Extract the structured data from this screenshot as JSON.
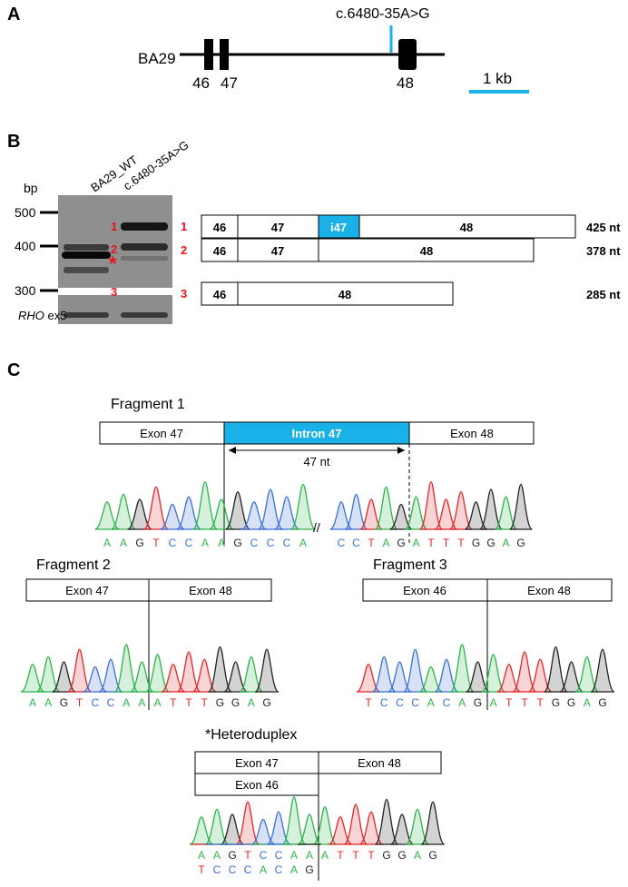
{
  "panelA": {
    "letter": "A",
    "gene_label": "BA29",
    "mutation_label": "c.6480-35A>G",
    "exon_labels": [
      "46",
      "47",
      "48"
    ],
    "scale_label": "1 kb",
    "accent_color": "#1ab0e8"
  },
  "panelB": {
    "letter": "B",
    "bp_label": "bp",
    "ladder": [
      "500",
      "400",
      "300"
    ],
    "lane_labels": [
      "BA29_WT",
      "c.6480-35A>G"
    ],
    "band_markers": [
      "1",
      "2",
      "*",
      "3"
    ],
    "loading_label_italic": "RHO",
    "loading_label_rest": " ex5",
    "marker_color": "#e8141b",
    "fragments": [
      {
        "num": "1",
        "size": "425 nt",
        "segments": [
          "46",
          "47",
          "i47",
          "48"
        ]
      },
      {
        "num": "2",
        "size": "378 nt",
        "segments": [
          "46",
          "47",
          "48"
        ]
      },
      {
        "num": "3",
        "size": "285 nt",
        "segments": [
          "46",
          "48"
        ]
      }
    ]
  },
  "panelC": {
    "letter": "C",
    "fragment1": {
      "title": "Fragment 1",
      "boxes": [
        "Exon 47",
        "Intron 47",
        "Exon 48"
      ],
      "span_label": "47 nt",
      "break_mark": "//",
      "seq_left": [
        "A",
        "A",
        "G",
        "T",
        "C",
        "C",
        "A",
        "A",
        "G",
        "C",
        "C",
        "C",
        "A"
      ],
      "seq_right": [
        "C",
        "C",
        "T",
        "A",
        "G",
        "A",
        "T",
        "T",
        "T",
        "G",
        "G",
        "A",
        "G"
      ]
    },
    "fragment2": {
      "title": "Fragment 2",
      "boxes": [
        "Exon 47",
        "Exon 48"
      ],
      "seq": [
        "A",
        "A",
        "G",
        "T",
        "C",
        "C",
        "A",
        "A",
        "A",
        "T",
        "T",
        "T",
        "G",
        "G",
        "A",
        "G"
      ]
    },
    "fragment3": {
      "title": "Fragment 3",
      "boxes": [
        "Exon 46",
        "Exon 48"
      ],
      "seq": [
        "T",
        "C",
        "C",
        "C",
        "A",
        "C",
        "A",
        "G",
        "A",
        "T",
        "T",
        "T",
        "G",
        "G",
        "A",
        "G"
      ]
    },
    "heteroduplex": {
      "title": "*Heteroduplex",
      "boxes": [
        "Exon 47",
        "Exon 48",
        "Exon 46"
      ],
      "seq_top": [
        "A",
        "A",
        "G",
        "T",
        "C",
        "C",
        "A",
        "A",
        "A",
        "T",
        "T",
        "T",
        "G",
        "G",
        "A",
        "G"
      ],
      "seq_bottom": [
        "T",
        "C",
        "C",
        "C",
        "A",
        "C",
        "A",
        "G"
      ]
    },
    "base_colors": {
      "A": "#2db34a",
      "C": "#3b6fd6",
      "G": "#222222",
      "T": "#e0262b"
    }
  }
}
